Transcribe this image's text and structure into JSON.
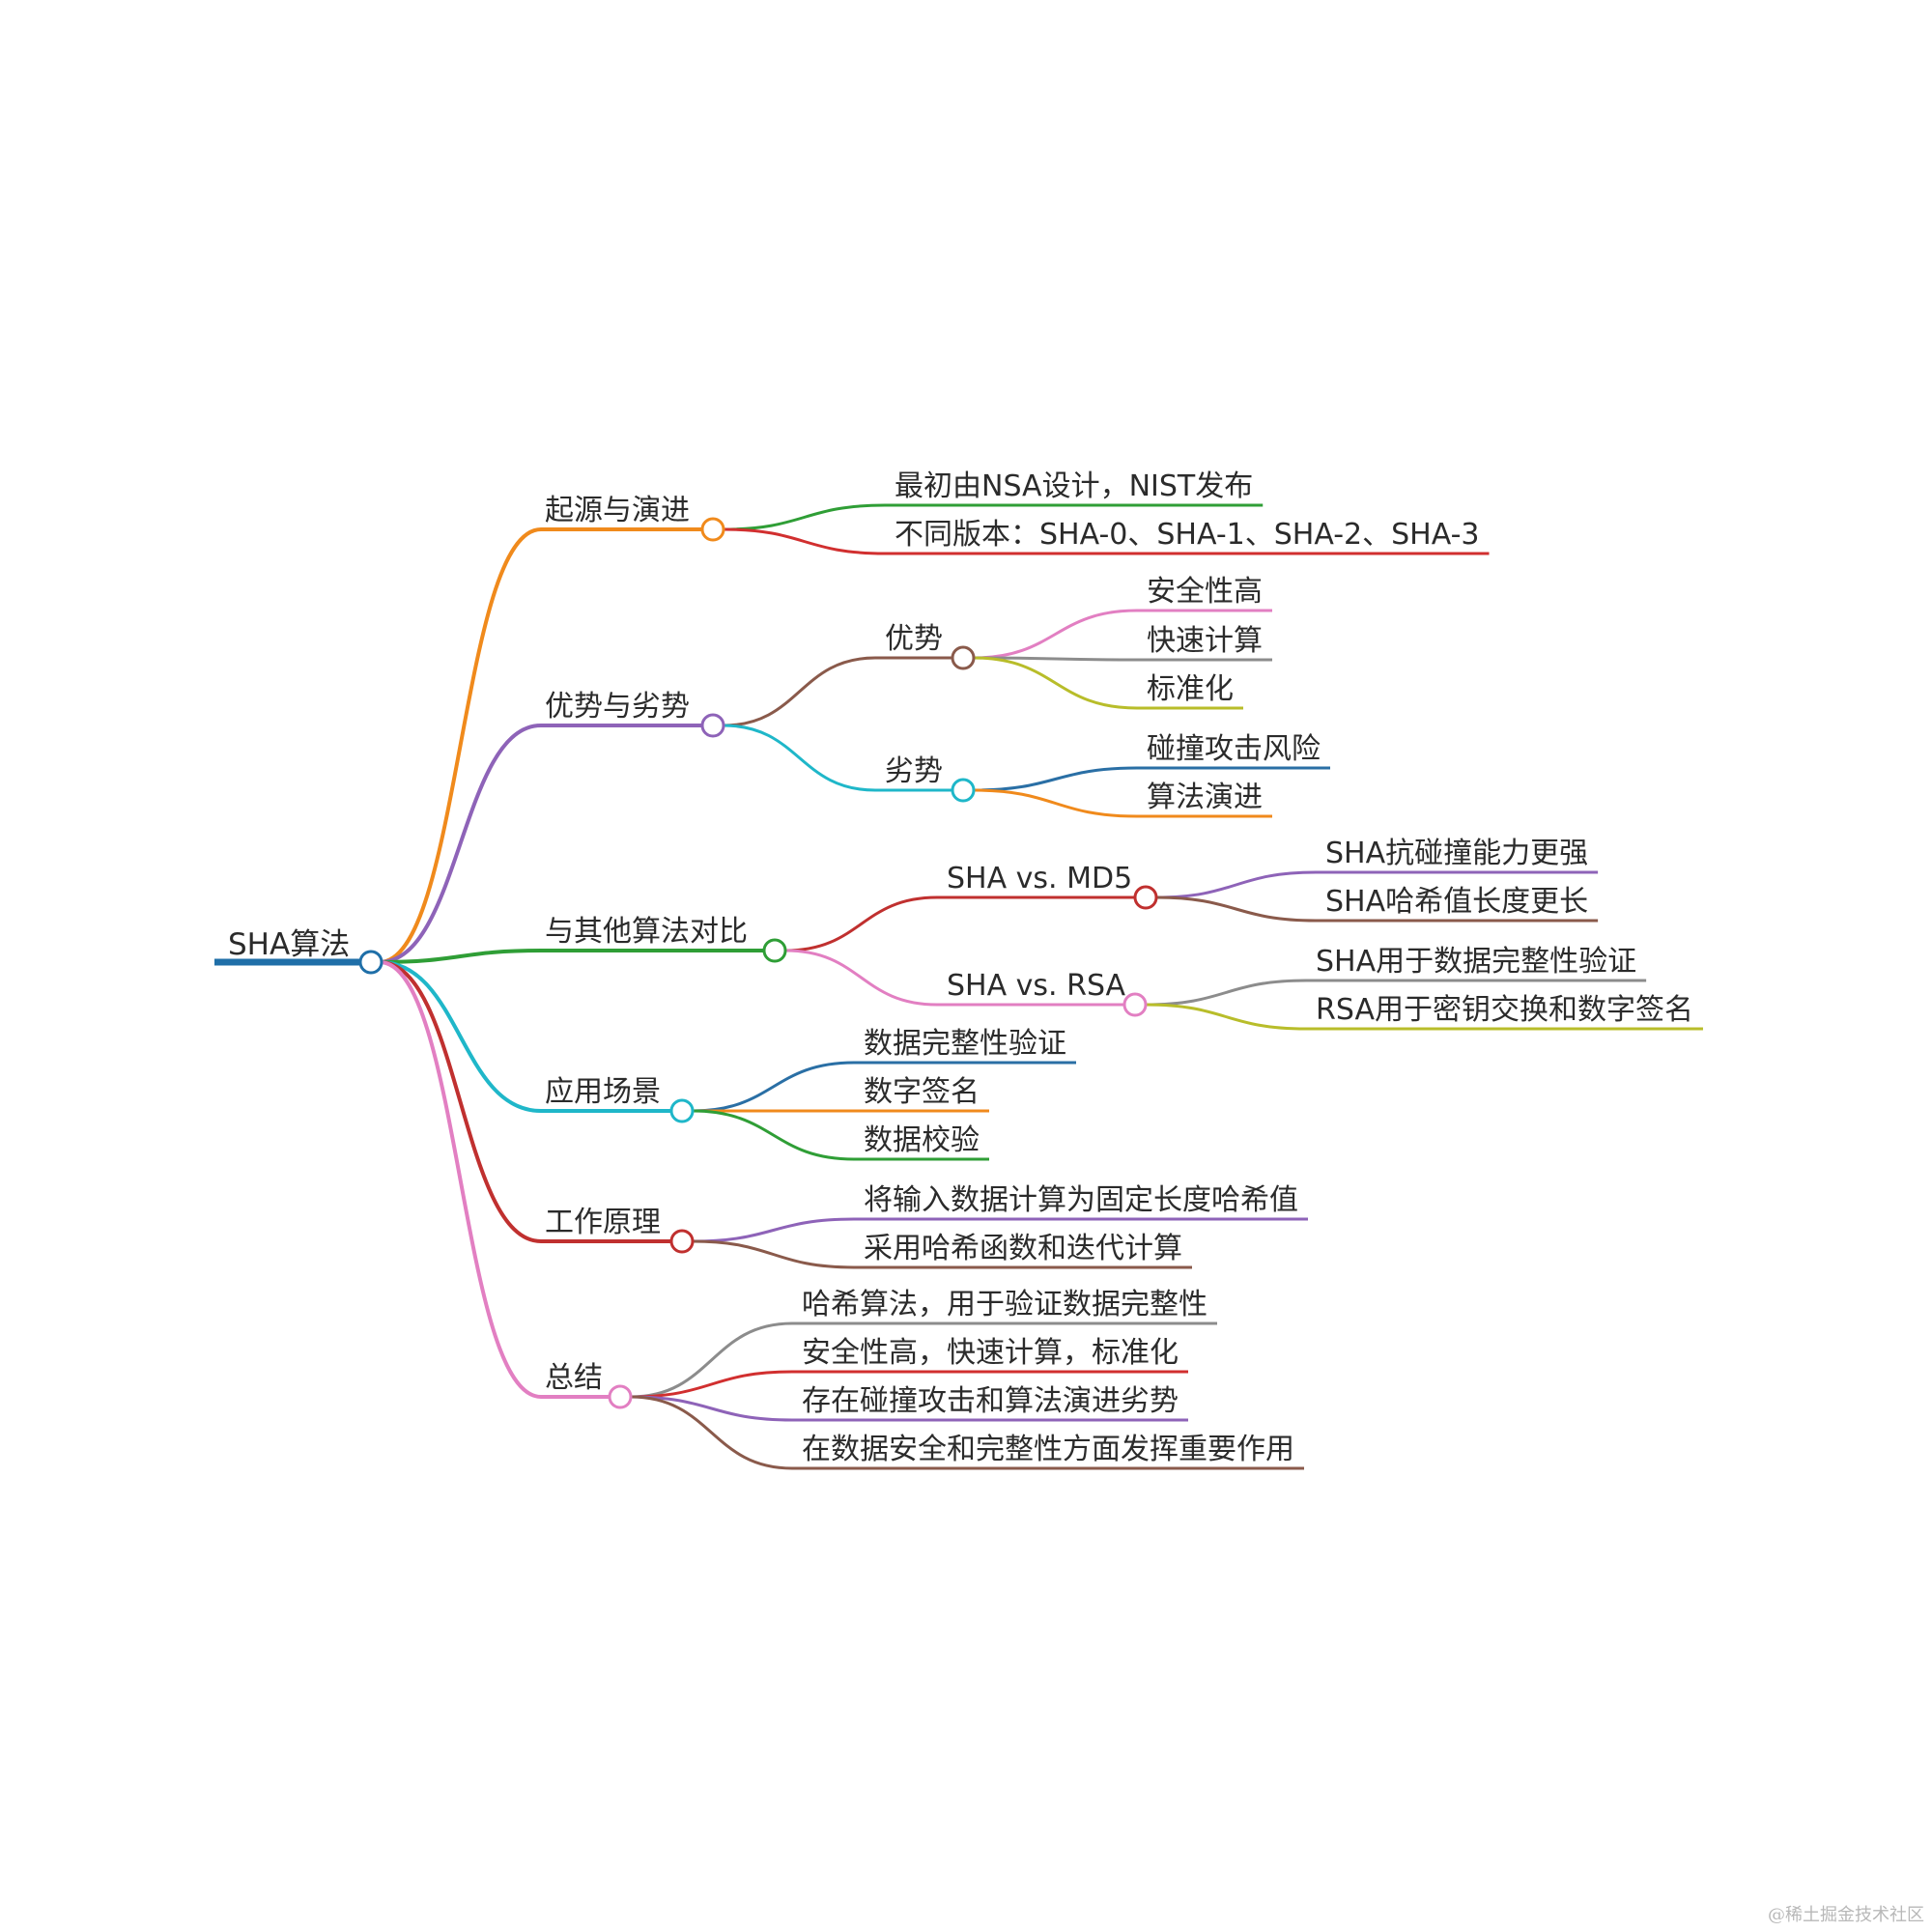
{
  "root": {
    "label": "SHA算法",
    "color": "#1f6fa8"
  },
  "branches": [
    {
      "label": "起源与演进",
      "color": "#f08a1c",
      "children": [
        {
          "label": "最初由NSA设计，NIST发布",
          "color": "#2f9e36"
        },
        {
          "label": "不同版本：SHA-0、SHA-1、SHA-2、SHA-3",
          "color": "#d12f2f"
        }
      ]
    },
    {
      "label": "优势与劣势",
      "color": "#8e63b8",
      "children": [
        {
          "label": "优势",
          "color": "#8a5a4b",
          "children": [
            {
              "label": "安全性高",
              "color": "#e27fc2"
            },
            {
              "label": "快速计算",
              "color": "#8c8c8c"
            },
            {
              "label": "标准化",
              "color": "#b8bd2a"
            }
          ]
        },
        {
          "label": "劣势",
          "color": "#1fb7c9",
          "children": [
            {
              "label": "碰撞攻击风险",
              "color": "#2a6fa5"
            },
            {
              "label": "算法演进",
              "color": "#f08a1c"
            }
          ]
        }
      ]
    },
    {
      "label": "与其他算法对比",
      "color": "#2f9e36",
      "children": [
        {
          "label": "SHA vs. MD5",
          "color": "#c0302f",
          "children": [
            {
              "label": "SHA抗碰撞能力更强",
              "color": "#8e63b8"
            },
            {
              "label": "SHA哈希值长度更长",
              "color": "#8a5a4b"
            }
          ]
        },
        {
          "label": "SHA vs. RSA",
          "color": "#e27fc2",
          "children": [
            {
              "label": "SHA用于数据完整性验证",
              "color": "#8c8c8c"
            },
            {
              "label": "RSA用于密钥交换和数字签名",
              "color": "#b8bd2a"
            }
          ]
        }
      ]
    },
    {
      "label": "应用场景",
      "color": "#1fb7c9",
      "children": [
        {
          "label": "数据完整性验证",
          "color": "#2a6fa5"
        },
        {
          "label": "数字签名",
          "color": "#f08a1c"
        },
        {
          "label": "数据校验",
          "color": "#2f9e36"
        }
      ]
    },
    {
      "label": "工作原理",
      "color": "#c0302f",
      "children": [
        {
          "label": "将输入数据计算为固定长度哈希值",
          "color": "#8e63b8"
        },
        {
          "label": "采用哈希函数和迭代计算",
          "color": "#8a5a4b"
        }
      ]
    },
    {
      "label": "总结",
      "color": "#e27fc2",
      "children": [
        {
          "label": "哈希算法，用于验证数据完整性",
          "color": "#8c8c8c"
        },
        {
          "label": "安全性高，快速计算，标准化",
          "color": "#d12f2f"
        },
        {
          "label": "存在碰撞攻击和算法演进劣势",
          "color": "#8e63b8"
        },
        {
          "label": "在数据安全和完整性方面发挥重要作用",
          "color": "#8a5a4b"
        }
      ]
    }
  ],
  "watermark": "@稀土掘金技术社区"
}
